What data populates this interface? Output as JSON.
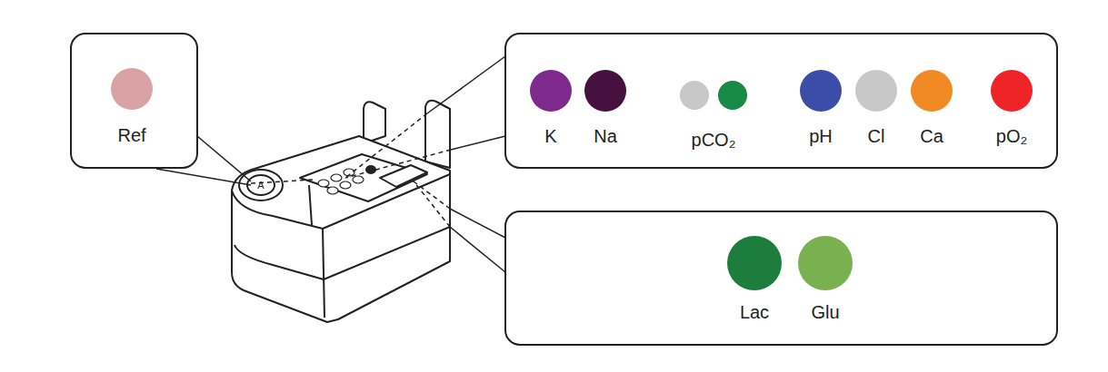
{
  "diagram": {
    "nodes": [
      {
        "text": [
          "Ref"
        ]
      },
      {
        "text": [
          "K"
        ]
      },
      {
        "text": [
          "Na"
        ]
      },
      {
        "text": [
          "pCO₂"
        ]
      },
      {
        "text": [
          "pH"
        ]
      },
      {
        "text": [
          "Cl"
        ]
      },
      {
        "text": [
          "Ca"
        ]
      },
      {
        "text": [
          "pO₂"
        ]
      },
      {
        "text": [
          "Lac"
        ]
      },
      {
        "text": [
          "Glu"
        ]
      }
    ],
    "edges": [],
    "labels": [
      "A"
    ]
  }
}
